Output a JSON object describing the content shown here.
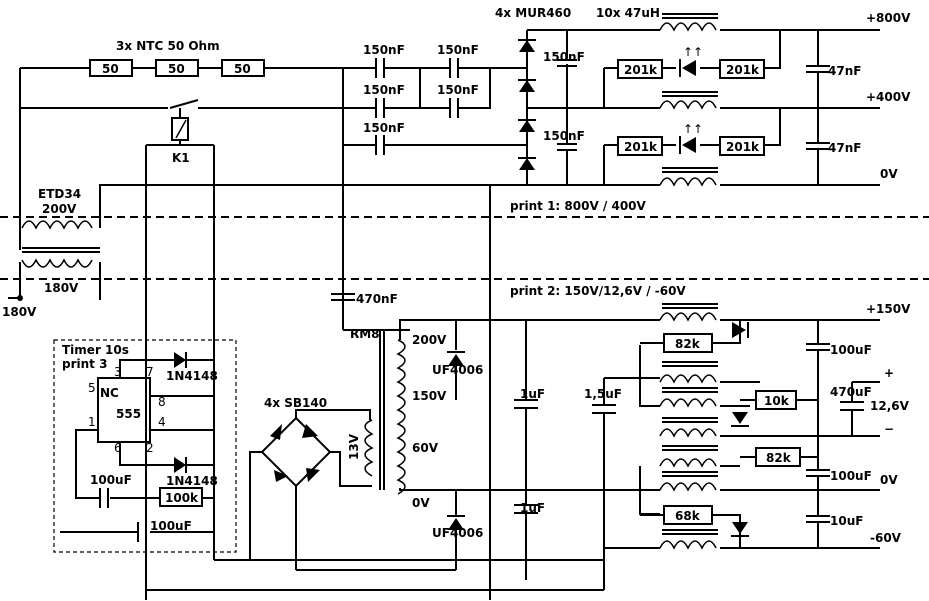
{
  "labels": {
    "ntc": "3x NTC 50 Ohm",
    "ntc_value": "50",
    "relay": "K1",
    "etd": "ETD34",
    "etd_v": "200V",
    "v180_a": "180V",
    "v180_b": "180V",
    "timer": "Timer 10s",
    "print3": "print 3",
    "nc": "NC",
    "ic": "555",
    "pin3": "3",
    "pin7": "7",
    "pin5": "5",
    "pin8": "8",
    "pin1": "1",
    "pin4": "4",
    "pin6": "6",
    "pin2": "2",
    "d1n4148": "1N4148",
    "d1n4148b": "1N4148",
    "c100uf_a": "100uF",
    "r100k": "100k",
    "c100uf_b": "100uF",
    "c150": "150nF",
    "mur": "4x MUR460",
    "l47": "10x 47uH",
    "r201k": "201k",
    "c47": "47nF",
    "v800": "+800V",
    "v400": "+400V",
    "v0": "0V",
    "print1": "print 1: 800V / 400V",
    "print2": "print 2: 150V/12,6V / -60V",
    "c470n": "470nF",
    "rm8": "RM8",
    "t200": "200V",
    "t150": "150V",
    "t60": "60V",
    "t0": "0V",
    "t13": "13V",
    "uf4006": "UF4006",
    "sb140": "4x SB140",
    "c1uf": "1uF",
    "c15uf": "1,5uF",
    "r82k": "82k",
    "r10k": "10k",
    "r68k": "68k",
    "c100uf_c": "100uF",
    "c470uf": "470uF",
    "v126": "12,6V",
    "c100uf_d": "100uF",
    "c10uf": "10uF",
    "v150": "+150V",
    "plus": "+",
    "minus": "−",
    "out0": "0V",
    "vm60": "-60V",
    "arrows": "↑↑"
  }
}
